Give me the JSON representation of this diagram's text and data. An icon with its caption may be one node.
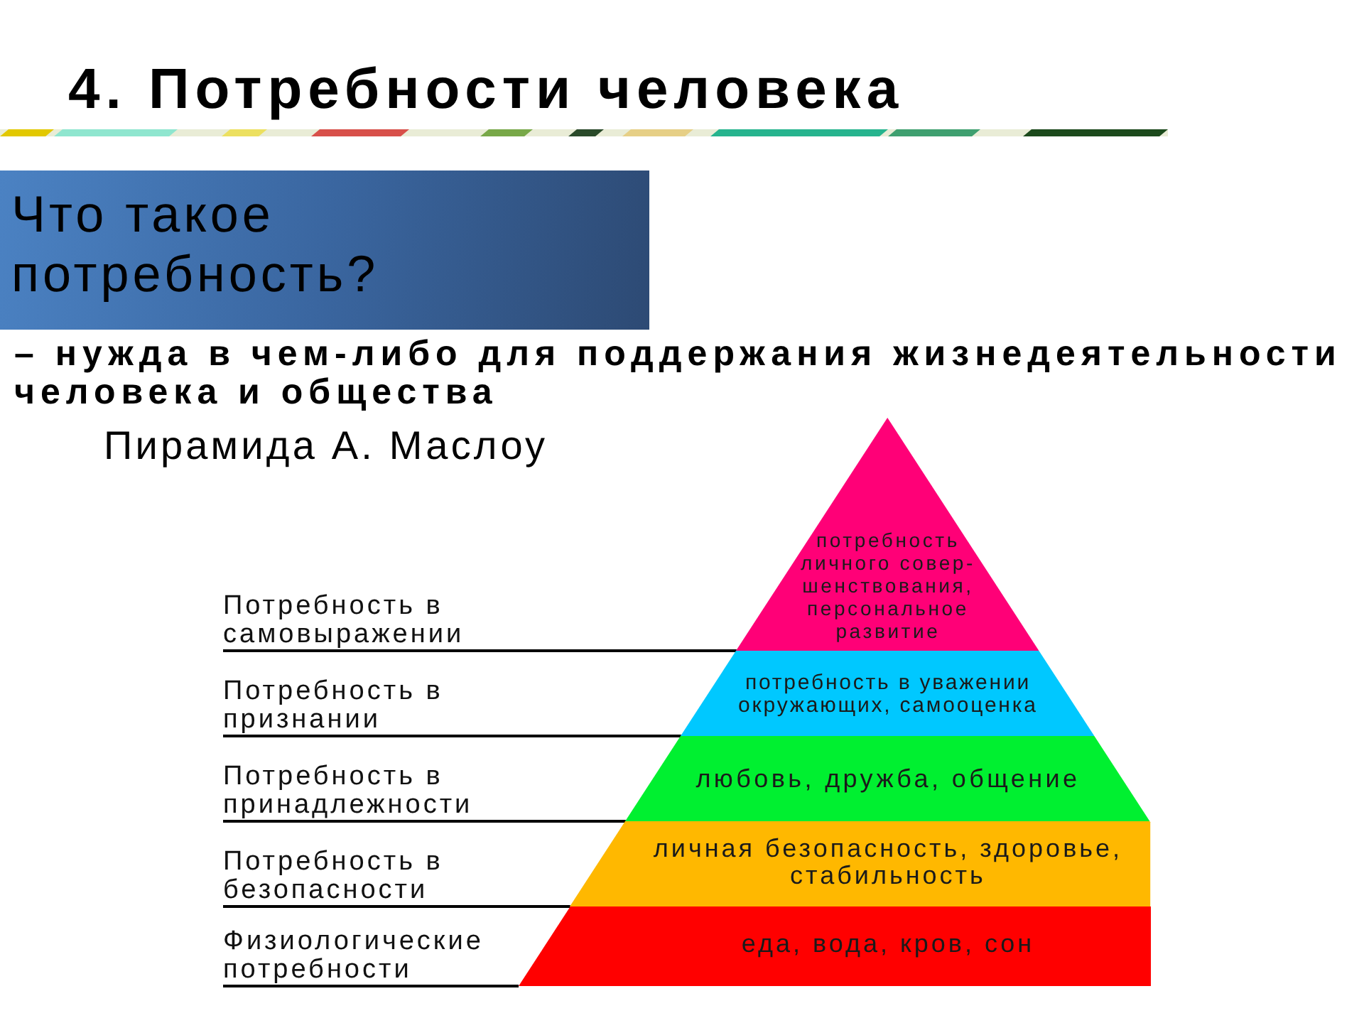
{
  "diagram": {
    "title": "4. Потребности человека",
    "nodes": [
      {
        "text": [
          "Что такое потребность?"
        ]
      },
      {
        "text": [
          "Потребность в самовыражении"
        ]
      },
      {
        "text": [
          "потребность личного совер- шенствования, персональное развитие"
        ]
      },
      {
        "text": [
          "Потребность в признании"
        ]
      },
      {
        "text": [
          "потребность в уважении окружающих, самооценка"
        ]
      },
      {
        "text": [
          "Потребность в принадлежности"
        ]
      },
      {
        "text": [
          "любовь, дружба, общение"
        ]
      },
      {
        "text": [
          "Потребность в безопасности"
        ]
      },
      {
        "text": [
          "личная безопасность, здоровье, стабильность"
        ]
      },
      {
        "text": [
          "Физиологические потребности"
        ]
      },
      {
        "text": [
          "еда, вода, кров, сон"
        ]
      }
    ],
    "edges": [
      {
        "from": 1,
        "to": 2,
        "arrow": "none"
      },
      {
        "from": 3,
        "to": 4,
        "arrow": "none"
      },
      {
        "from": 5,
        "to": 6,
        "arrow": "none"
      },
      {
        "from": 7,
        "to": 8,
        "arrow": "none"
      },
      {
        "from": 9,
        "to": 10,
        "arrow": "none"
      }
    ],
    "labels": [
      "– нужда в чем-либо для поддержания жизнедеятельности человека и общества",
      "Пирамида А. Маслоу"
    ]
  }
}
